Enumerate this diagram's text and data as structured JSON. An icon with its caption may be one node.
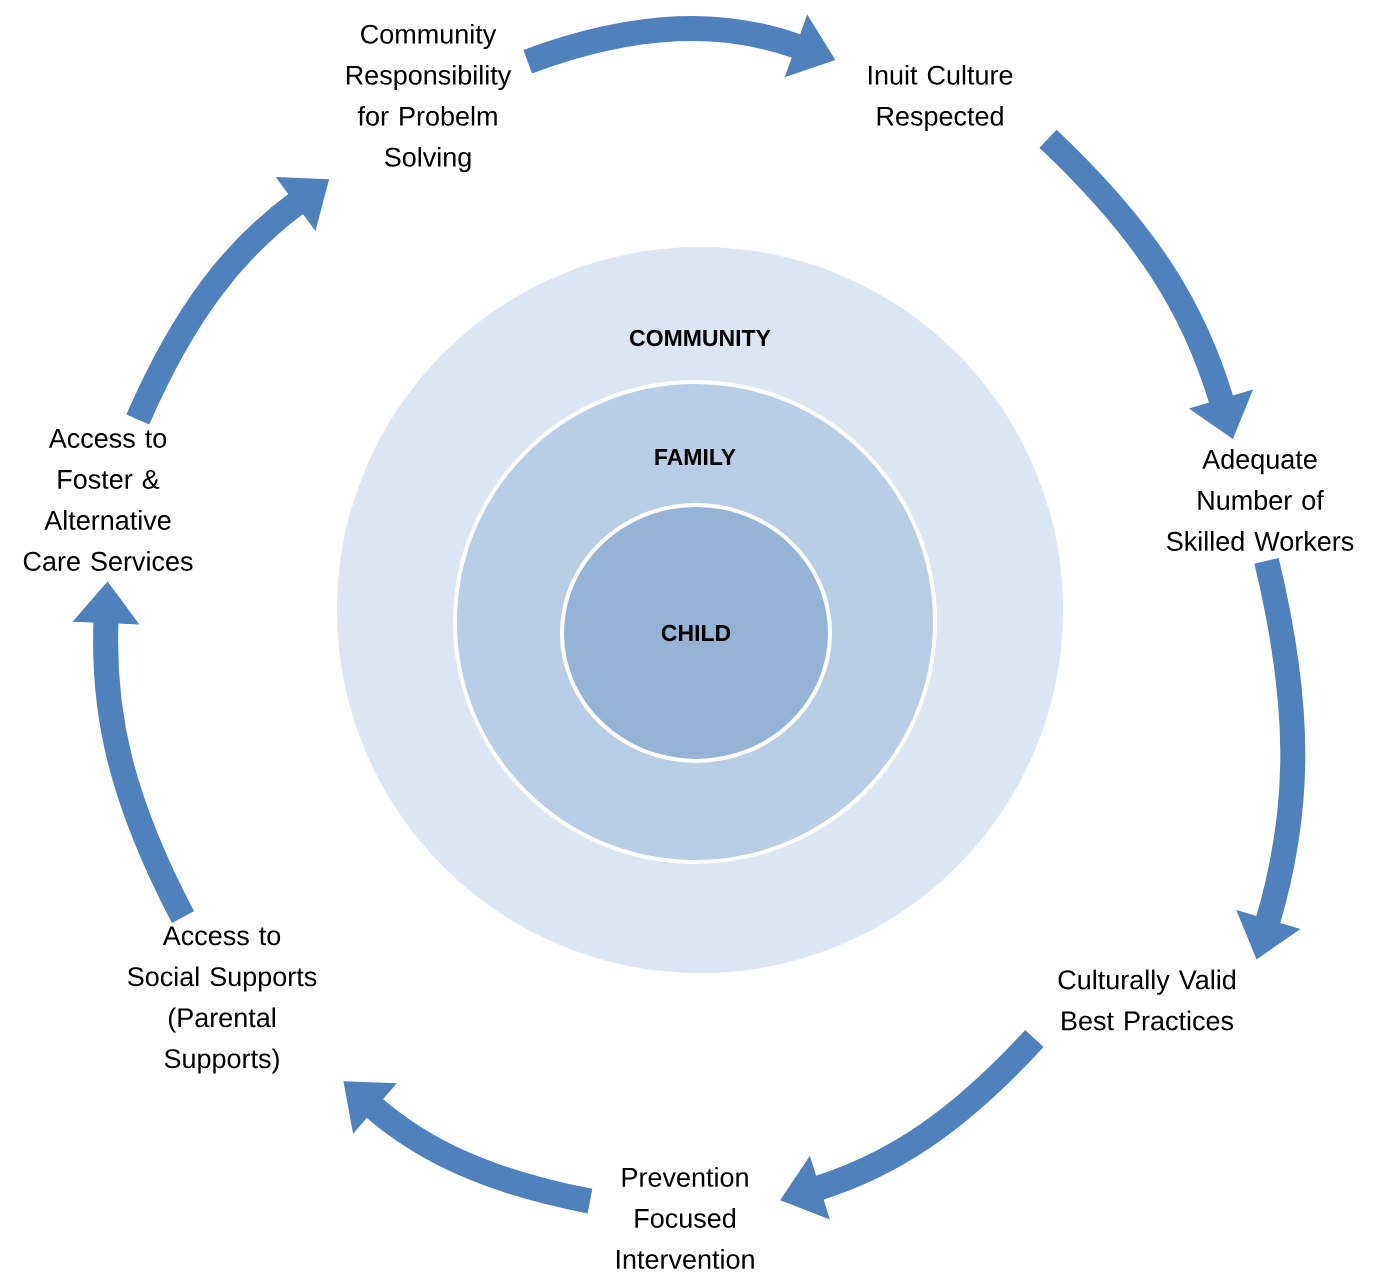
{
  "diagram": {
    "nodes": [
      {
        "text": [
          "COMMUNITY"
        ]
      },
      {
        "text": [
          "FAMILY"
        ],
        "in": 0
      },
      {
        "text": [
          "CHILD"
        ],
        "in": 1
      },
      {
        "text": [
          "Community Responsibility for Probelm Solving"
        ]
      },
      {
        "text": [
          "Inuit Culture Respected"
        ]
      },
      {
        "text": [
          "Adequate Number of Skilled Workers"
        ]
      },
      {
        "text": [
          "Culturally Valid Best Practices"
        ]
      },
      {
        "text": [
          "Prevention Focused Intervention"
        ]
      },
      {
        "text": [
          "Access to Social Supports (Parental Supports)"
        ]
      },
      {
        "text": [
          "Access to Foster & Alternative Care Services"
        ]
      }
    ],
    "edges": [
      {
        "from": 3,
        "to": 4,
        "arrow": "to"
      },
      {
        "from": 4,
        "to": 5,
        "arrow": "to"
      },
      {
        "from": 5,
        "to": 6,
        "arrow": "to"
      },
      {
        "from": 6,
        "to": 7,
        "arrow": "to"
      },
      {
        "from": 7,
        "to": 8,
        "arrow": "to"
      },
      {
        "from": 8,
        "to": 9,
        "arrow": "to"
      },
      {
        "from": 9,
        "to": 3,
        "arrow": "to"
      }
    ]
  }
}
